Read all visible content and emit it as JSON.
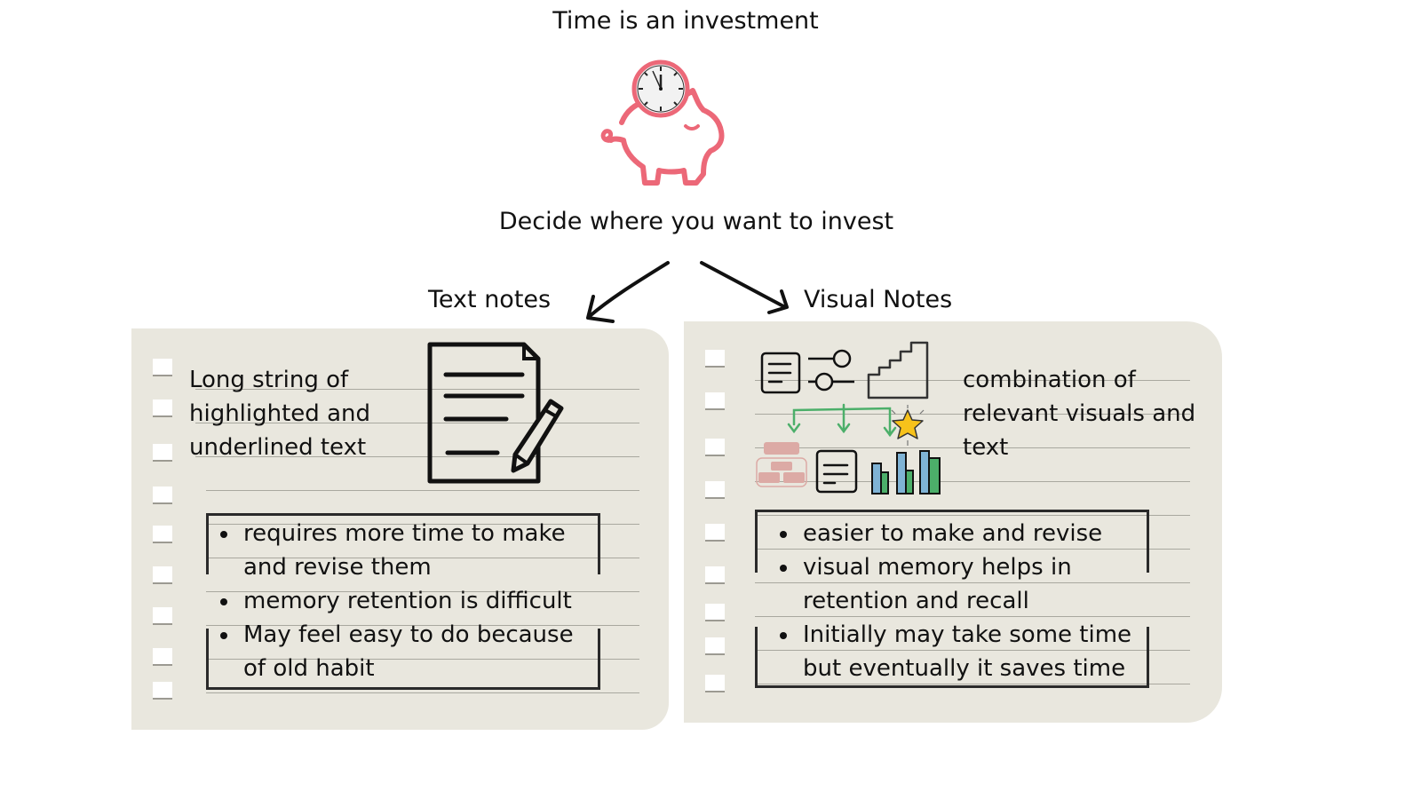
{
  "header": {
    "title": "Time is an investment",
    "subtitle": "Decide where you want to invest"
  },
  "illustration": {
    "icon": "piggy-bank-clock-icon",
    "colors": {
      "pig_outline": "#ec6878",
      "clock_face": "#f2f2f2"
    }
  },
  "branches": [
    {
      "heading": "Text notes",
      "description_lines": [
        "Long string of",
        "highlighted and",
        "underlined text"
      ],
      "icon": "document-pencil-icon",
      "bullets": [
        {
          "lines": [
            "requires more time to make",
            "and revise them"
          ]
        },
        {
          "lines": [
            "memory retention is difficult"
          ]
        },
        {
          "lines": [
            "May feel easy to do because",
            "of old habit"
          ]
        }
      ]
    },
    {
      "heading": "Visual Notes",
      "description_lines": [
        "combination of",
        "relevant visuals and",
        "text"
      ],
      "icon": "visual-notes-collage-icon",
      "bullets": [
        {
          "lines": [
            "easier to make and revise"
          ]
        },
        {
          "lines": [
            "visual memory helps in",
            "retention and recall"
          ]
        },
        {
          "lines": [
            "Initially may take some time",
            "but eventually it saves time"
          ]
        }
      ]
    }
  ],
  "colors": {
    "paper": "#e9e7de",
    "rule_line": "#a9a89f",
    "arrow_green": "#4caf6a",
    "star_yellow": "#f7c21b",
    "bar_blue": "#7fb3d5",
    "bar_green": "#4caf6a",
    "block_pink": "#dcaaa5"
  }
}
